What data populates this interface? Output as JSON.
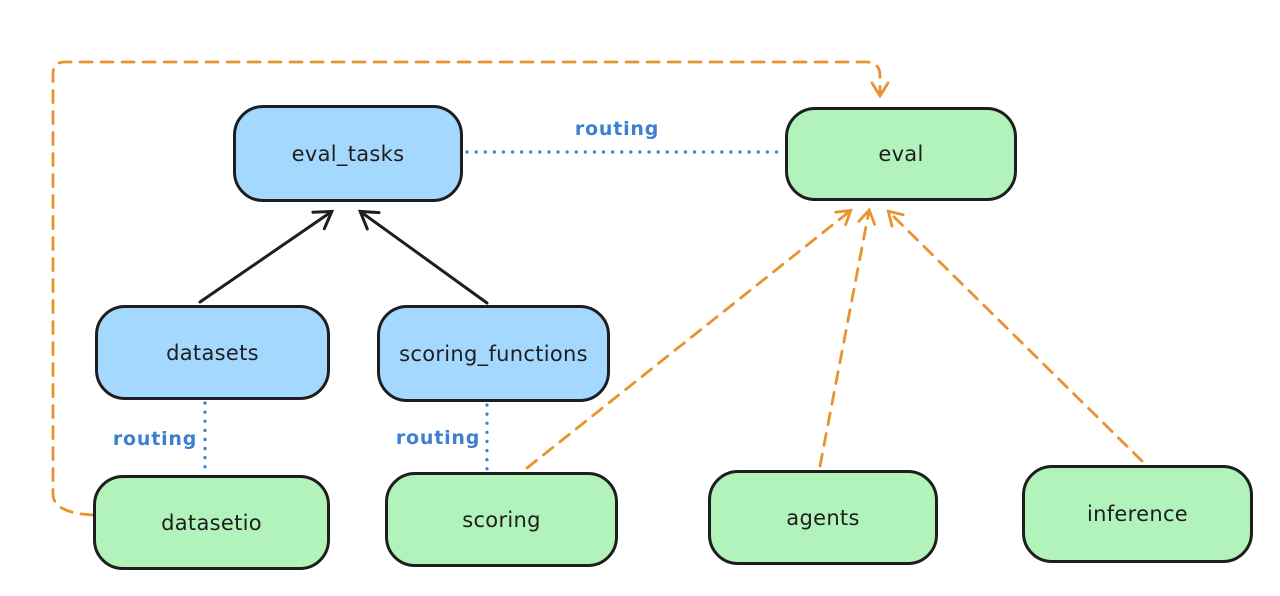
{
  "diagram": {
    "description": "Architecture diagram linking API objects (blue) to provider APIs (green)",
    "colors": {
      "blue_node_fill": "#a5d8ff",
      "green_node_fill": "#b2f2bb",
      "node_stroke": "#1e1e1e",
      "solid_arrow": "#1e1e1e",
      "dashed_arrow_orange": "#e8932e",
      "routing_blue": "#3d7fd0",
      "background": "#ffffff"
    },
    "nodes": [
      {
        "id": "eval_tasks",
        "label": "eval_tasks",
        "color": "blue"
      },
      {
        "id": "eval",
        "label": "eval",
        "color": "green"
      },
      {
        "id": "datasets",
        "label": "datasets",
        "color": "blue"
      },
      {
        "id": "scoring_functions",
        "label": "scoring_functions",
        "color": "blue"
      },
      {
        "id": "datasetio",
        "label": "datasetio",
        "color": "green"
      },
      {
        "id": "scoring",
        "label": "scoring",
        "color": "green"
      },
      {
        "id": "agents",
        "label": "agents",
        "color": "green"
      },
      {
        "id": "inference",
        "label": "inference",
        "color": "green"
      }
    ],
    "edges": [
      {
        "from": "datasets",
        "to": "eval_tasks",
        "style": "solid",
        "color": "black",
        "arrow": true,
        "label": ""
      },
      {
        "from": "scoring_functions",
        "to": "eval_tasks",
        "style": "solid",
        "color": "black",
        "arrow": true,
        "label": ""
      },
      {
        "from": "eval_tasks",
        "to": "eval",
        "style": "dotted",
        "color": "blue",
        "arrow": false,
        "label": "routing"
      },
      {
        "from": "datasets",
        "to": "datasetio",
        "style": "dotted",
        "color": "blue",
        "arrow": false,
        "label": "routing"
      },
      {
        "from": "scoring_functions",
        "to": "scoring",
        "style": "dotted",
        "color": "blue",
        "arrow": false,
        "label": "routing"
      },
      {
        "from": "datasetio",
        "to": "eval",
        "style": "dashed",
        "color": "orange",
        "arrow": true,
        "label": ""
      },
      {
        "from": "scoring",
        "to": "eval",
        "style": "dashed",
        "color": "orange",
        "arrow": true,
        "label": ""
      },
      {
        "from": "agents",
        "to": "eval",
        "style": "dashed",
        "color": "orange",
        "arrow": true,
        "label": ""
      },
      {
        "from": "inference",
        "to": "eval",
        "style": "dashed",
        "color": "orange",
        "arrow": true,
        "label": ""
      }
    ]
  }
}
